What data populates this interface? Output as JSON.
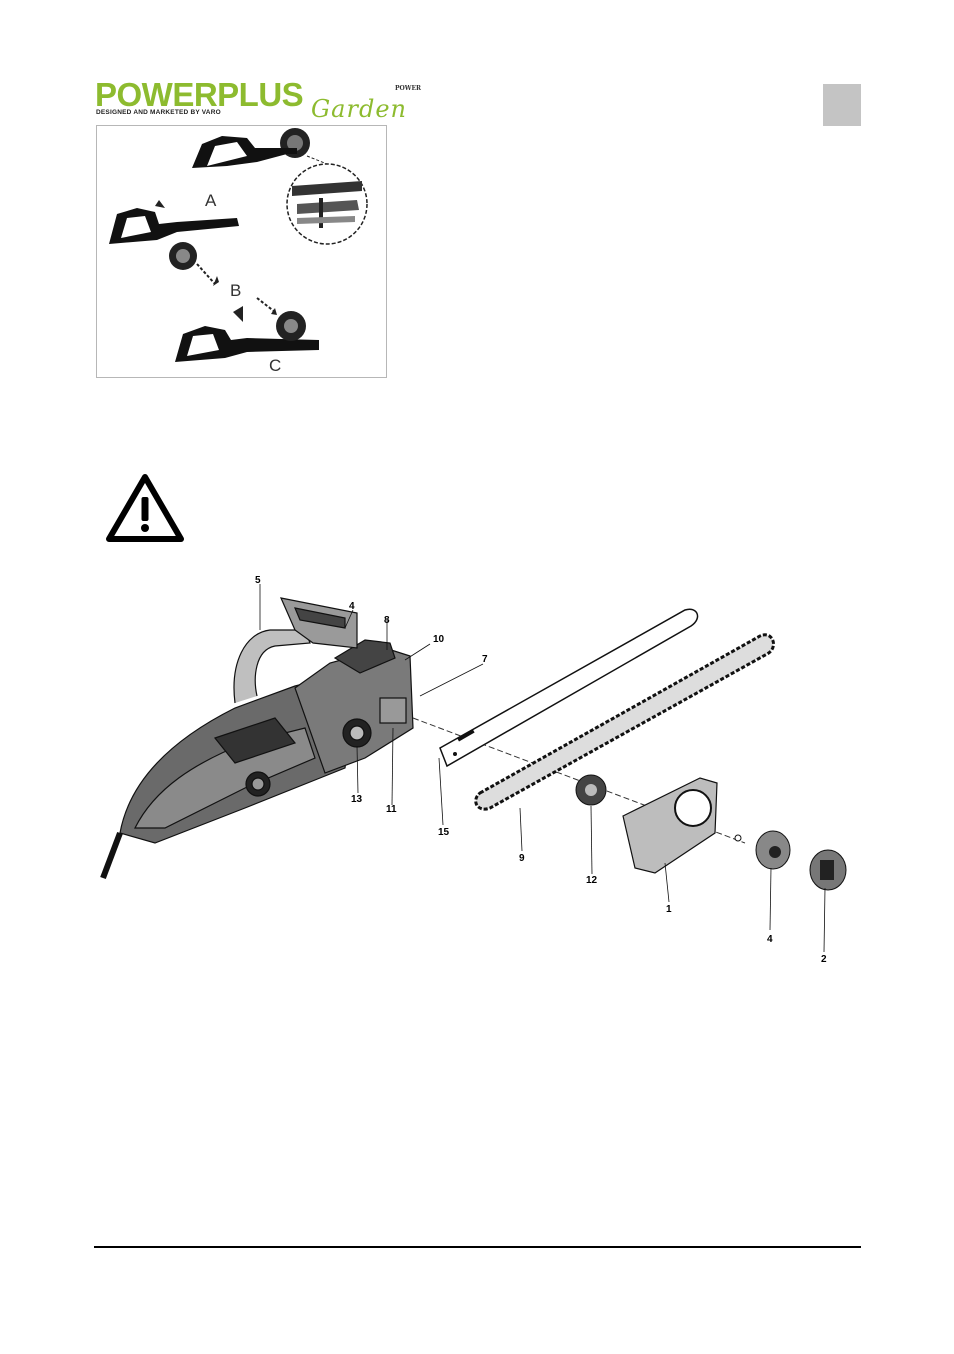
{
  "header": {
    "logo": {
      "word_part1": "POWER",
      "word_part2": "PLUS",
      "tagline": "DESIGNED AND MARKETED BY VARO",
      "garden": "Garden",
      "small_mark": "POWER"
    },
    "brand_colors": {
      "green": "#8dbb2f",
      "black": "#000000",
      "box_gray": "#c4c4c4"
    }
  },
  "figure_chain_mounting": {
    "labels": [
      "A",
      "B",
      "C"
    ]
  },
  "warning": {
    "icon": "warning-triangle-icon"
  },
  "exploded_view": {
    "callouts": [
      "5",
      "4",
      "8",
      "10",
      "7",
      "13",
      "11",
      "15",
      "9",
      "12",
      "1",
      "4",
      "2"
    ]
  }
}
